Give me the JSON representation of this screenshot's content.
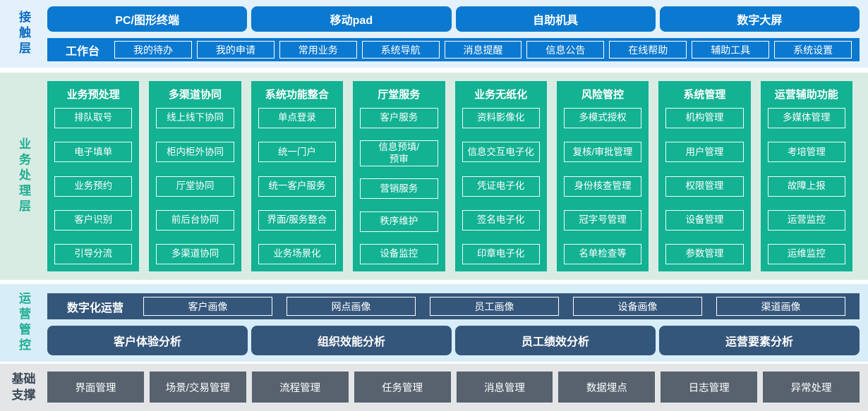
{
  "colors": {
    "primary_blue": "#0b79d0",
    "teal_green": "#12b293",
    "slate_blue": "#35567b",
    "dark_gray": "#57626e",
    "contact_bg": "#e2f1fb",
    "business_bg": "#d9ece4",
    "operation_bg": "#d7edf8",
    "foundation_bg": "#e4e5e7",
    "contact_label": "#0e6cc0",
    "teal_label": "#1fae92",
    "foundation_label": "#3b4856"
  },
  "layers": {
    "contact": {
      "label": "接触层",
      "terminals": [
        "PC/图形终端",
        "移动pad",
        "自助机具",
        "数字大屏"
      ],
      "workbench": {
        "label": "工作台",
        "items": [
          "我的待办",
          "我的申请",
          "常用业务",
          "系统导航",
          "消息提醒",
          "信息公告",
          "在线帮助",
          "辅助工具",
          "系统设置"
        ]
      }
    },
    "business": {
      "label": "业务处理层",
      "columns": [
        {
          "title": "业务预处理",
          "items": [
            "排队取号",
            "电子填单",
            "业务预约",
            "客户识别",
            "引导分流"
          ]
        },
        {
          "title": "多渠道协同",
          "items": [
            "线上线下协同",
            "柜内柜外协同",
            "厅堂协同",
            "前后台协同",
            "多渠道协同"
          ]
        },
        {
          "title": "系统功能整合",
          "items": [
            "单点登录",
            "统一门户",
            "统一客户服务",
            "界面/服务整合",
            "业务场景化"
          ]
        },
        {
          "title": "厅堂服务",
          "items": [
            "客户服务",
            "信息预填/\n预审",
            "营销服务",
            "秩序维护",
            "设备监控"
          ]
        },
        {
          "title": "业务无纸化",
          "items": [
            "资料影像化",
            "信息交互电子化",
            "凭证电子化",
            "签名电子化",
            "印章电子化"
          ]
        },
        {
          "title": "风险管控",
          "items": [
            "多模式授权",
            "复核/审批管理",
            "身份核查管理",
            "冠字号管理",
            "名单检查等"
          ]
        },
        {
          "title": "系统管理",
          "items": [
            "机构管理",
            "用户管理",
            "权限管理",
            "设备管理",
            "参数管理"
          ]
        },
        {
          "title": "运营辅助功能",
          "items": [
            "多媒体管理",
            "考培管理",
            "故障上报",
            "运营监控",
            "运维监控"
          ]
        }
      ]
    },
    "operation": {
      "label": "运营管控",
      "digital": {
        "label": "数字化运营",
        "items": [
          "客户画像",
          "网点画像",
          "员工画像",
          "设备画像",
          "渠道画像"
        ]
      },
      "analyses": [
        "客户体验分析",
        "组织效能分析",
        "员工绩效分析",
        "运营要素分析"
      ]
    },
    "foundation": {
      "label": "基础支撑",
      "items": [
        "界面管理",
        "场景/交易管理",
        "流程管理",
        "任务管理",
        "消息管理",
        "数据埋点",
        "日志管理",
        "异常处理"
      ]
    }
  }
}
